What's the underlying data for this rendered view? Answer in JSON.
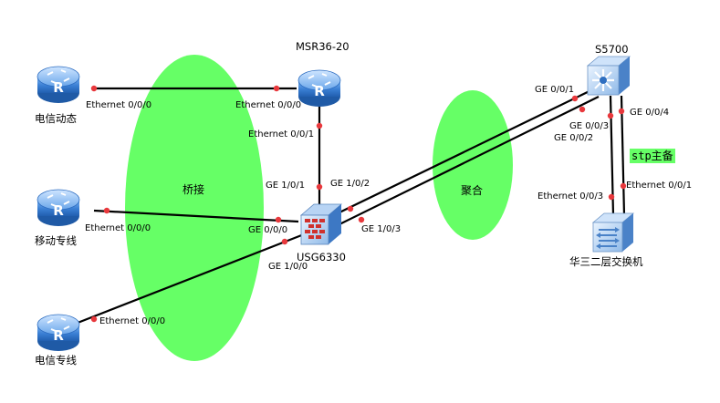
{
  "colors": {
    "zone_fill": "#66ff66",
    "link": "#000000",
    "port_dot": "#e8383c",
    "router_body": "#3a7fd4",
    "tag_bg": "#66ff66"
  },
  "devices": {
    "r_telecom_dynamic": {
      "name": "电信动态",
      "icon": "router-icon"
    },
    "r_msr": {
      "name": "MSR36-20",
      "icon": "router-icon"
    },
    "r_mobile": {
      "name": "移动专线",
      "icon": "router-icon"
    },
    "r_telecom_line": {
      "name": "电信专线",
      "icon": "router-icon"
    },
    "fw_usg": {
      "name": "USG6330",
      "icon": "firewall-icon"
    },
    "sw_s5700": {
      "name": "S5700",
      "icon": "l3-switch-icon"
    },
    "sw_h3c": {
      "name": "华三二层交换机",
      "icon": "l2-switch-icon"
    }
  },
  "zones": {
    "bridge": "桥接",
    "aggregation": "聚合",
    "stp": "stp主备"
  },
  "ports": {
    "telecom_dyn_eth": "Ethernet 0/0/0",
    "msr_eth000": "Ethernet 0/0/0",
    "msr_eth001": "Ethernet 0/0/1",
    "usg_ge101": "GE 1/0/1",
    "usg_ge102": "GE 1/0/2",
    "usg_ge103": "GE 1/0/3",
    "usg_ge000": "GE 0/0/0",
    "usg_ge100": "GE 1/0/0",
    "mobile_eth": "Ethernet 0/0/0",
    "telecom_line_eth": "Ethernet 0/0/0",
    "s5700_ge001": "GE 0/0/1",
    "s5700_ge002": "GE 0/0/2",
    "s5700_ge003": "GE 0/0/3",
    "s5700_ge004": "GE 0/0/4",
    "h3c_eth003": "Ethernet 0/0/3",
    "h3c_eth001": "Ethernet 0/0/1"
  }
}
